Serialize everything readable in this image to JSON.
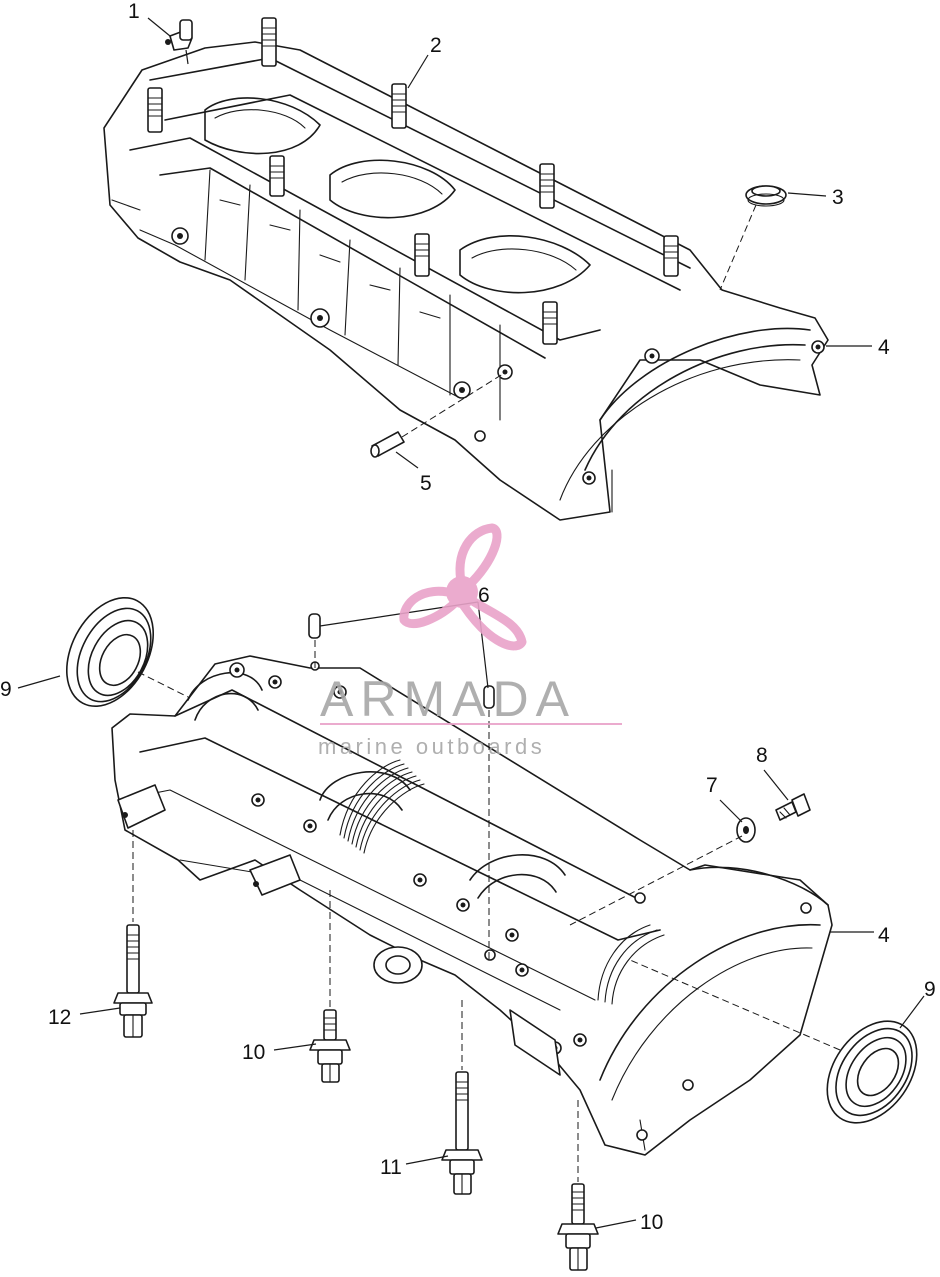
{
  "colors": {
    "line": "#1a1a1a",
    "background": "#ffffff",
    "watermark_pink": "#e9a3c9",
    "watermark_gray": "#a7a7a7"
  },
  "watermark": {
    "name": "ARMADA",
    "tagline": "marine outboards",
    "icon": "propeller-icon"
  },
  "callouts": {
    "c1": "1",
    "c2": "2",
    "c3": "3",
    "c4_upper": "4",
    "c5": "5",
    "c6": "6",
    "c7": "7",
    "c8": "8",
    "c9_left": "9",
    "c4_lower": "4",
    "c9_right": "9",
    "c12": "12",
    "c10_left": "10",
    "c11": "11",
    "c10_bottom": "10"
  }
}
